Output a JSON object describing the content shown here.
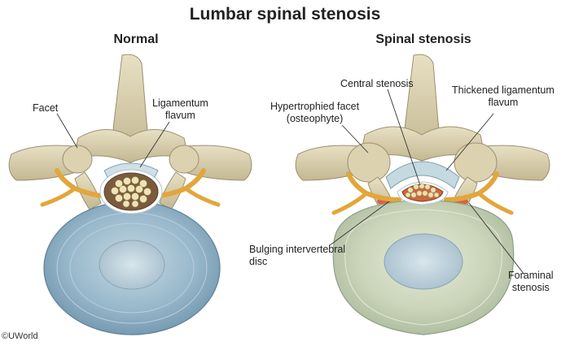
{
  "title": "Lumbar spinal stenosis",
  "panels": {
    "normal": {
      "heading": "Normal",
      "labels": {
        "facet": "Facet",
        "ligamentum_1": "Ligamentum",
        "ligamentum_2": "flavum"
      }
    },
    "stenosis": {
      "heading": "Spinal stenosis",
      "labels": {
        "central": "Central stenosis",
        "hyper_1": "Hypertrophied facet",
        "hyper_2": "(osteophyte)",
        "thick_1": "Thickened ligamentum",
        "thick_2": "flavum",
        "bulge_1": "Bulging intervertebral",
        "bulge_2": "disc",
        "foraminal_1": "Foraminal",
        "foraminal_2": "stenosis"
      }
    }
  },
  "copyright": "©UWorld",
  "colors": {
    "bone": "#d9cfae",
    "disc_normal": "#8fb1c6",
    "disc_bulging": "#c9d3b8",
    "nerve": "#e2a63b",
    "inflamed": "#d9503a"
  }
}
